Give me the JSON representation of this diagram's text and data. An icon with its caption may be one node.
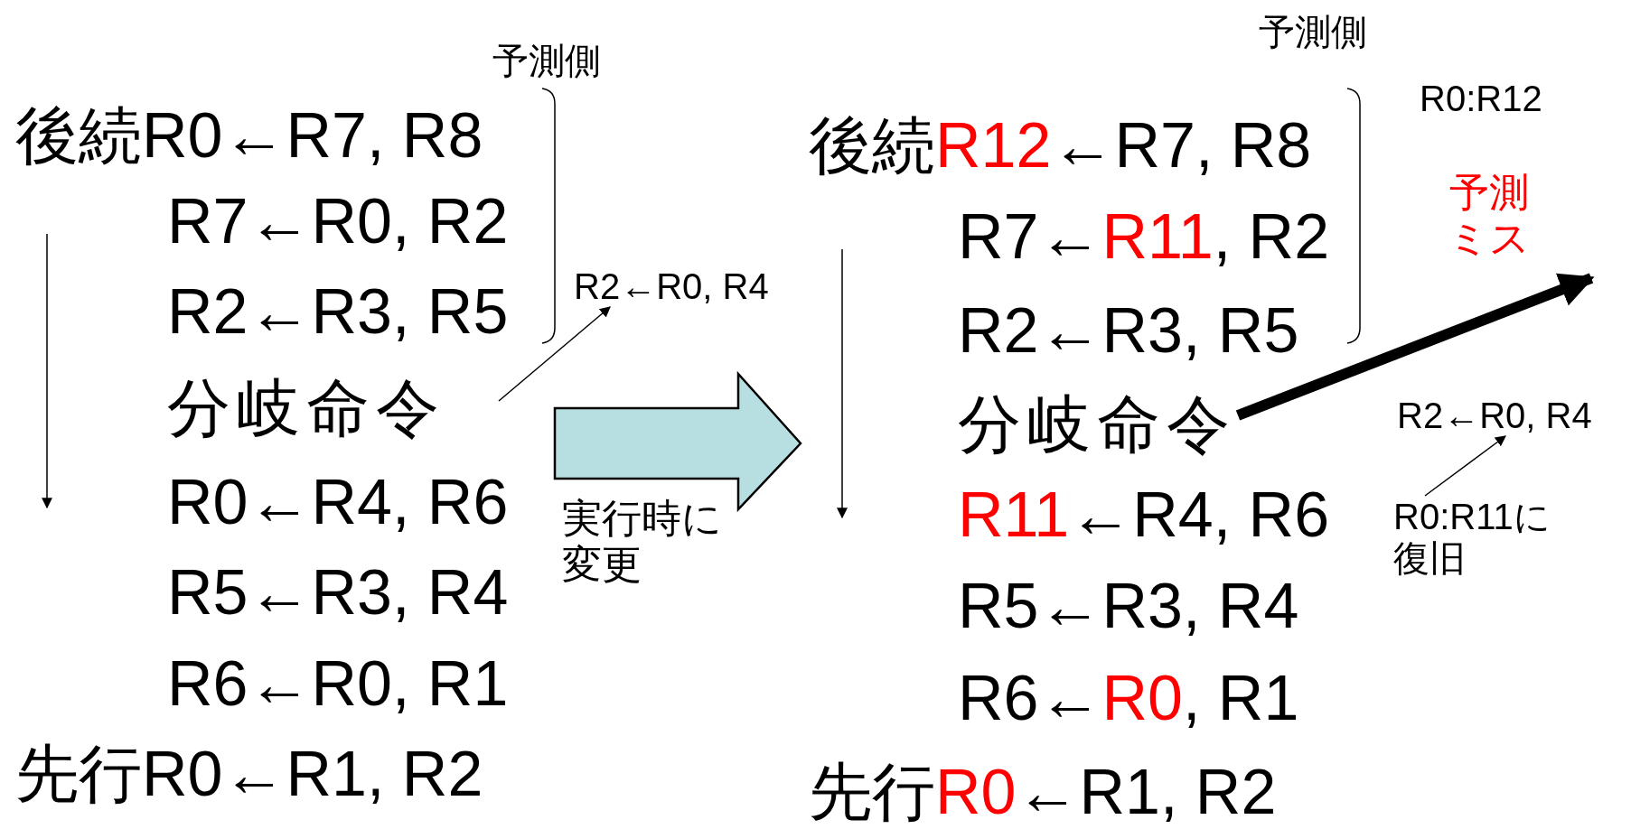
{
  "diagram": {
    "nodes": [
      {
        "text": [
          "分岐命令"
        ]
      },
      {
        "text": [
          "R2←R0, R4"
        ]
      },
      {
        "text": [
          "分岐命令"
        ]
      },
      {
        "text": [
          "R2←R0, R4"
        ]
      },
      {
        "text": [
          "R0:R11に復旧"
        ]
      }
    ],
    "edges": [
      {
        "from": 0,
        "to": 1,
        "arrow": "to"
      },
      {
        "from": 2,
        "to": null,
        "arrow": "to",
        "style": "thick",
        "label": "予測ミス"
      },
      {
        "from": 4,
        "to": 3,
        "arrow": "to"
      }
    ],
    "labels": [
      "予測側",
      "後続R0←R7, R8",
      "R7←R0, R2",
      "R2←R3, R5",
      "R0←R4, R6",
      "R5←R3, R4",
      "R6←R0, R1",
      "先行R0←R1, R2",
      "実行時に変更",
      "予測側",
      "R0:R12",
      "後続**R12**←R7, R8",
      "R7←**R11**, R2",
      "R2←R3, R5",
      "**R11**←R4, R6",
      "R5←R3, R4",
      "R6←**R0**, R1",
      "先行**R0**←R1, R2"
    ]
  }
}
